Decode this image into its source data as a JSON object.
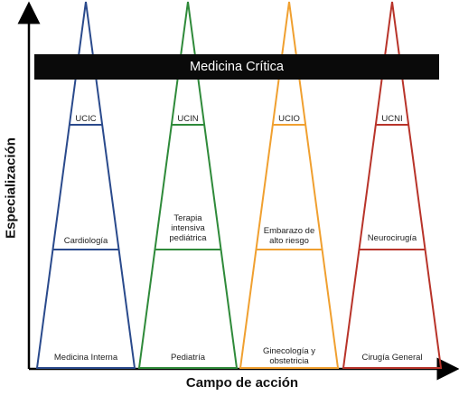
{
  "banner": {
    "label": "Medicina Crítica",
    "color": "#000000"
  },
  "axes": {
    "x_title": "Campo de acción",
    "y_title": "Especialización"
  },
  "triangles": [
    {
      "color": "#2a4a8c",
      "levels": {
        "top": "UCIC",
        "middle": "Cardiología",
        "bottom": "Medicina Interna"
      }
    },
    {
      "color": "#2f8a3a",
      "levels": {
        "top": "UCIN",
        "middle": "Terapia\nintensiva\npediátrica",
        "bottom": "Pediatría"
      }
    },
    {
      "color": "#f0a030",
      "levels": {
        "top": "UCIO",
        "middle": "Embarazo de\nalto riesgo",
        "bottom": "Ginecología y\nobstetricia"
      }
    },
    {
      "color": "#b8342a",
      "levels": {
        "top": "UCNI",
        "middle": "Neurocirugía",
        "bottom": "Cirugía General"
      }
    }
  ]
}
